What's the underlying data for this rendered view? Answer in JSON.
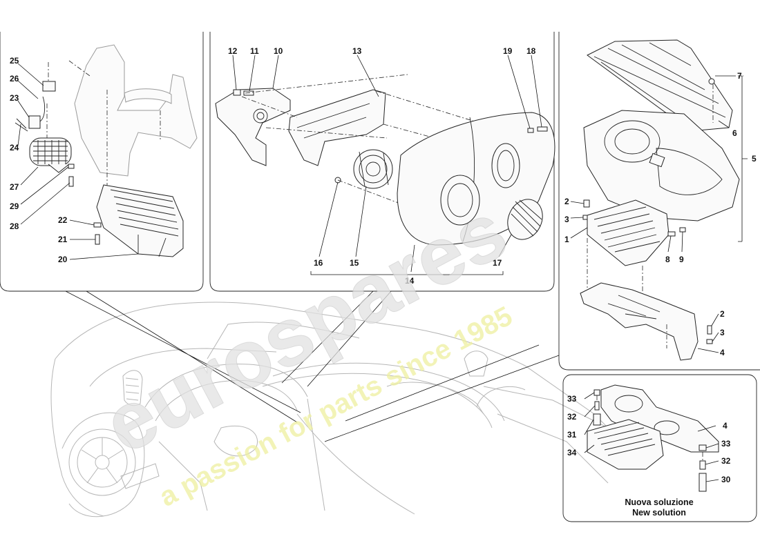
{
  "labels": {
    "l1": "1",
    "l2a": "2",
    "l2b": "2",
    "l3a": "3",
    "l3b": "3",
    "l4a": "4",
    "l4b": "4",
    "l5": "5",
    "l6": "6",
    "l7": "7",
    "l8": "8",
    "l9": "9",
    "l10": "10",
    "l11": "11",
    "l12": "12",
    "l13": "13",
    "l14": "14",
    "l15": "15",
    "l16": "16",
    "l17": "17",
    "l18": "18",
    "l19": "19",
    "l20": "20",
    "l21": "21",
    "l22": "22",
    "l23": "23",
    "l24": "24",
    "l25": "25",
    "l26": "26",
    "l27": "27",
    "l28": "28",
    "l29": "29",
    "l30": "30",
    "l31": "31",
    "l32a": "32",
    "l32b": "32",
    "l33a": "33",
    "l33b": "33",
    "l34": "34"
  },
  "inset_caption": {
    "line1": "Nuova soluzione",
    "line2": "New solution"
  },
  "watermark": {
    "brand": "eurospares",
    "tagline": "a passion for parts since 1985"
  },
  "colors": {
    "outline": "#222222",
    "car_outline": "#b5b5b5",
    "watermark_brand": "#e2e2e2",
    "watermark_tagline": "#eef0a0"
  }
}
